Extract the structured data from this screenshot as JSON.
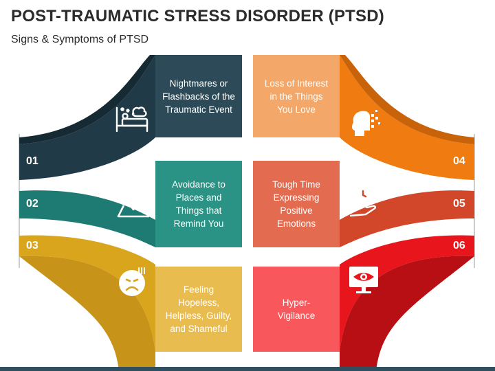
{
  "title": "POST-TRAUMATIC STRESS DISORDER (PTSD)",
  "subtitle": "Signs & Symptoms of PTSD",
  "items": [
    {
      "number": "01",
      "text": "Nightmares or Flashbacks of the Traumatic Event",
      "icon": "bed-nightmare-icon",
      "color": "#213a47"
    },
    {
      "number": "02",
      "text": "Avoidance to Places and Things that Remind You",
      "icon": "location-pin-icon",
      "color": "#1e7b73"
    },
    {
      "number": "03",
      "text": "Feeling Hopeless, Helpless, Guilty, and Shameful",
      "icon": "sad-face-icon",
      "color": "#d9a51d"
    },
    {
      "number": "04",
      "text": "Loss of Interest in the Things You Love",
      "icon": "head-dissolve-icon",
      "color": "#ef7b11"
    },
    {
      "number": "05",
      "text": "Tough Time Expressing Positive Emotions",
      "icon": "clock-hand-icon",
      "color": "#d2472a"
    },
    {
      "number": "06",
      "text": "Hyper-Vigilance",
      "icon": "eye-monitor-icon",
      "color": "#e8161c"
    }
  ],
  "box_colors": [
    "#2c4a57",
    "#2a9385",
    "#e9bc4f",
    "#f3a769",
    "#e36b50",
    "#f8575b"
  ]
}
